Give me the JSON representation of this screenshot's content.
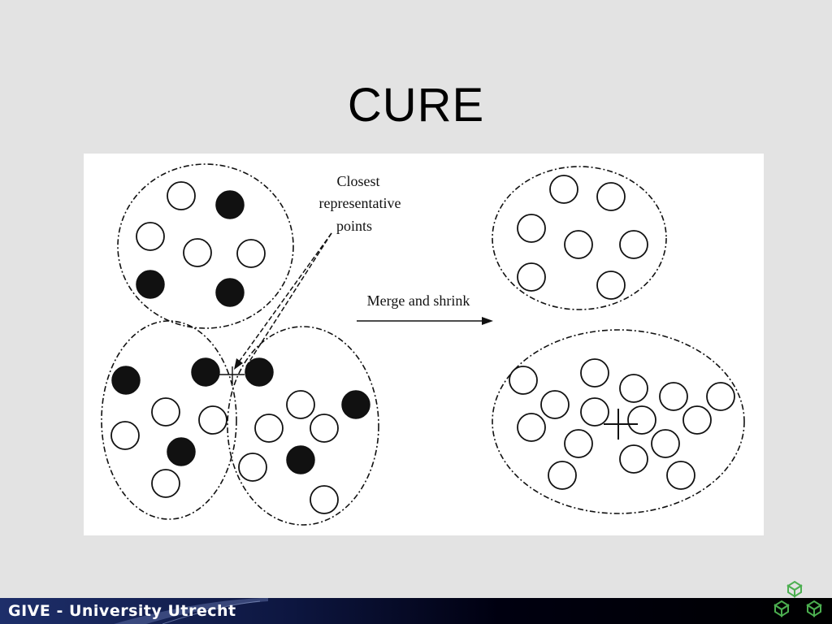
{
  "slide": {
    "title": "CURE"
  },
  "figure": {
    "annotation_label": [
      "Closest",
      "representative",
      "points"
    ],
    "arrow_label": "Merge and shrink"
  },
  "footer": {
    "text": "GIVE - University Utrecht",
    "logo_icon": "green-cubes-logo-icon",
    "bar_color_left": "#1e2f6a",
    "bar_color_right": "#000000"
  },
  "colors": {
    "background": "#e3e3e3",
    "panel": "#ffffff",
    "ink": "#111111"
  }
}
